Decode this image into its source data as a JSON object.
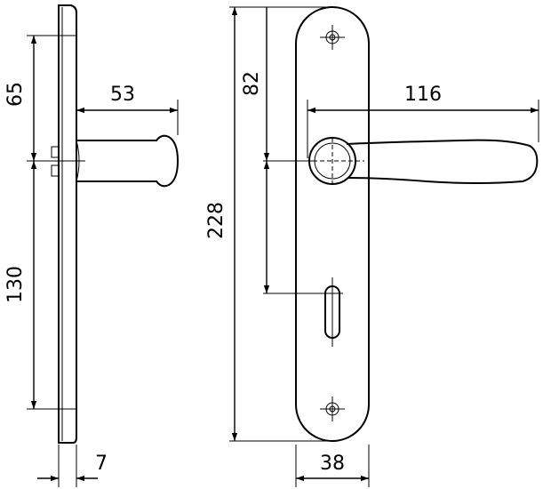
{
  "dimensions": {
    "side_top": "65",
    "side_handle_projection": "53",
    "side_bottom": "130",
    "side_thickness": "7",
    "front_total_height": "228",
    "front_handle_to_keyhole": "82",
    "front_handle_length": "116",
    "front_plate_width": "38"
  }
}
